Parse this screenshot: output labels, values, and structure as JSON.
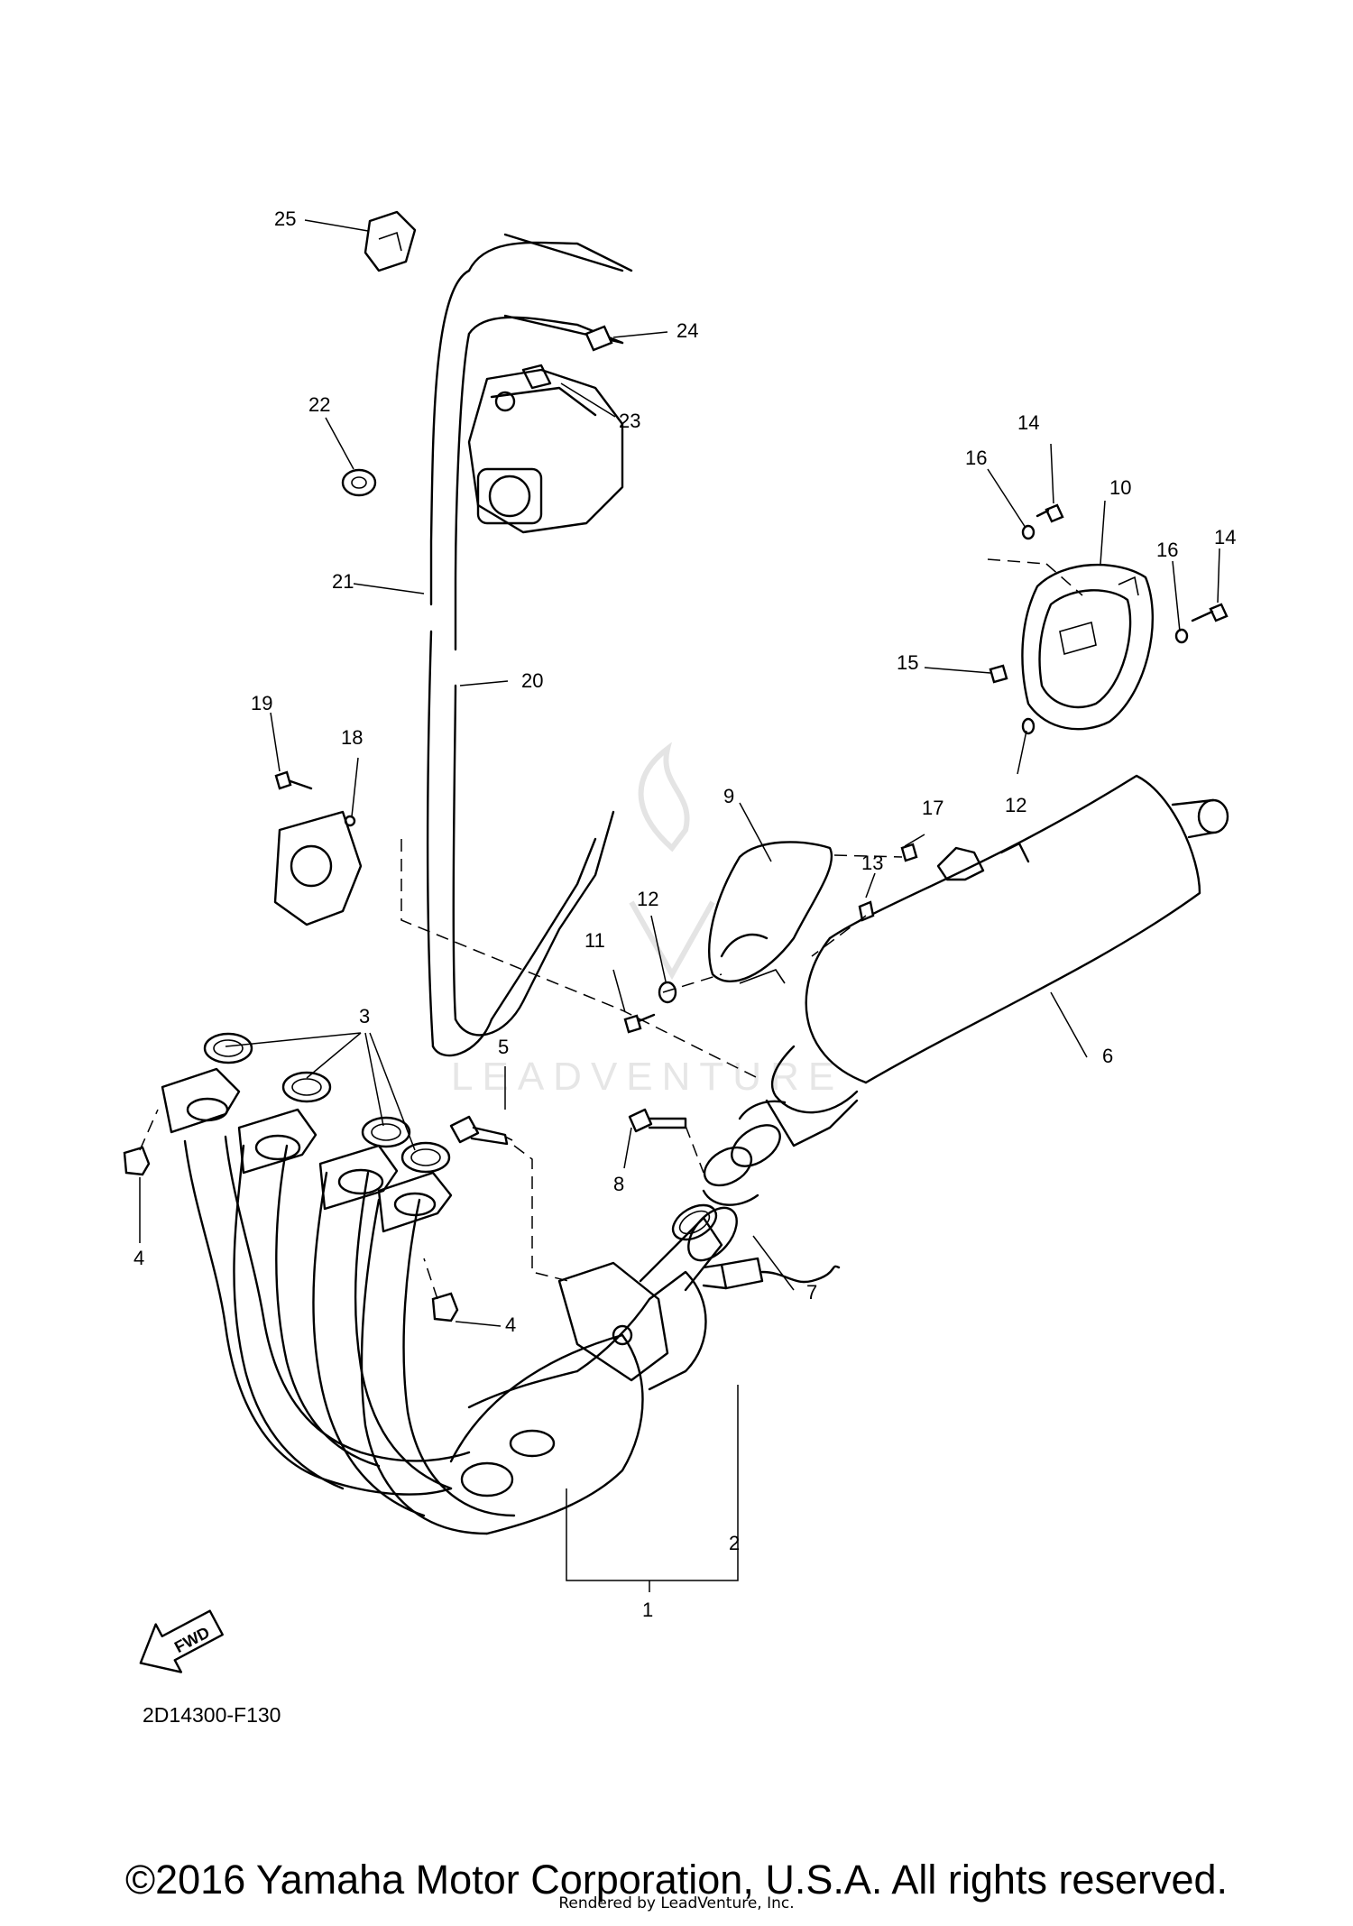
{
  "diagram": {
    "part_numbers": [
      "1",
      "2",
      "3",
      "4",
      "4",
      "5",
      "6",
      "7",
      "8",
      "9",
      "10",
      "11",
      "12",
      "12",
      "13",
      "14",
      "14",
      "15",
      "16",
      "16",
      "17",
      "18",
      "19",
      "20",
      "21",
      "22",
      "23",
      "24",
      "25"
    ],
    "direction_arrow_label": "FWD",
    "code": "2D14300-F130",
    "watermark": "LEADVENTURE"
  },
  "footer": {
    "copyright": "©2016 Yamaha Motor Corporation, U.S.A. All rights reserved.",
    "rendered_by": "Rendered by LeadVenture, Inc."
  }
}
